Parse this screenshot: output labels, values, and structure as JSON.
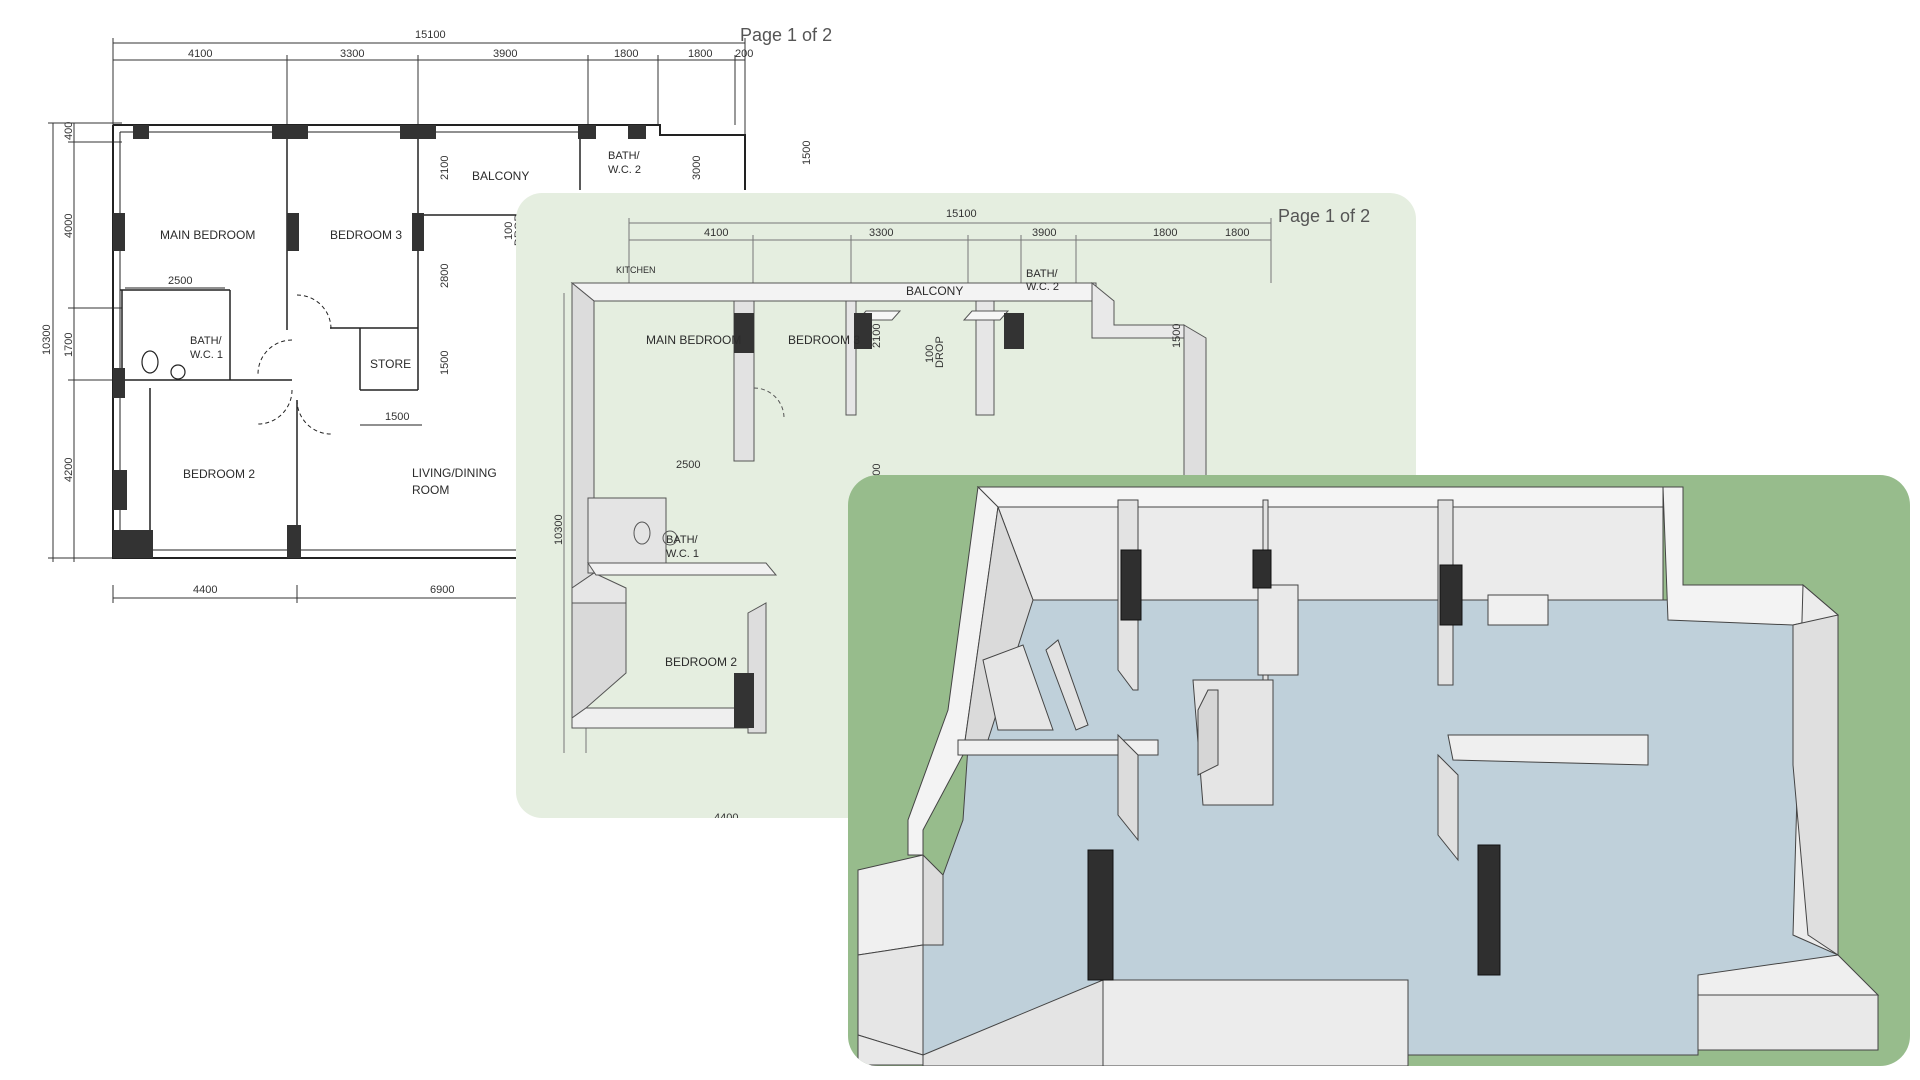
{
  "page_label": "Page 1 of 2",
  "rooms": {
    "main_bedroom": "MAIN BEDROOM",
    "bedroom_3": "BEDROOM 3",
    "balcony": "BALCONY",
    "bath_wc_2_line1": "BATH/",
    "bath_wc_2_line2": "W.C. 2",
    "bath_wc_1_line1": "BATH/",
    "bath_wc_1_line2": "W.C. 1",
    "store": "STORE",
    "bedroom_2": "BEDROOM 2",
    "living_line1": "LIVING/DINING",
    "living_line2": "ROOM",
    "kitchen": "KITCHEN",
    "drop_line1": "100",
    "drop_line2": "DROP"
  },
  "dimensions": {
    "overall": "15100",
    "top_segments": [
      "4100",
      "3300",
      "3900",
      "1800",
      "1800",
      "200"
    ],
    "bottom_segments": [
      "4400",
      "6900"
    ],
    "left_total": "10300",
    "left_segments": [
      "400",
      "4000",
      "1700",
      "4200"
    ],
    "bedroom_width": "2500",
    "store_width": "1500",
    "store_height": "1500",
    "bedroom3_depth": "2800",
    "balcony_depth": "2100",
    "bath2_height": "3000",
    "right_height": "1500"
  },
  "colors": {
    "mid_panel_bg": "#e5eee0",
    "front_panel_bg": "#97bc8c",
    "floor": "#bfd0da",
    "wall_face": "#e8e8e8",
    "wall_top": "#f4f4f4",
    "column": "#333333"
  }
}
